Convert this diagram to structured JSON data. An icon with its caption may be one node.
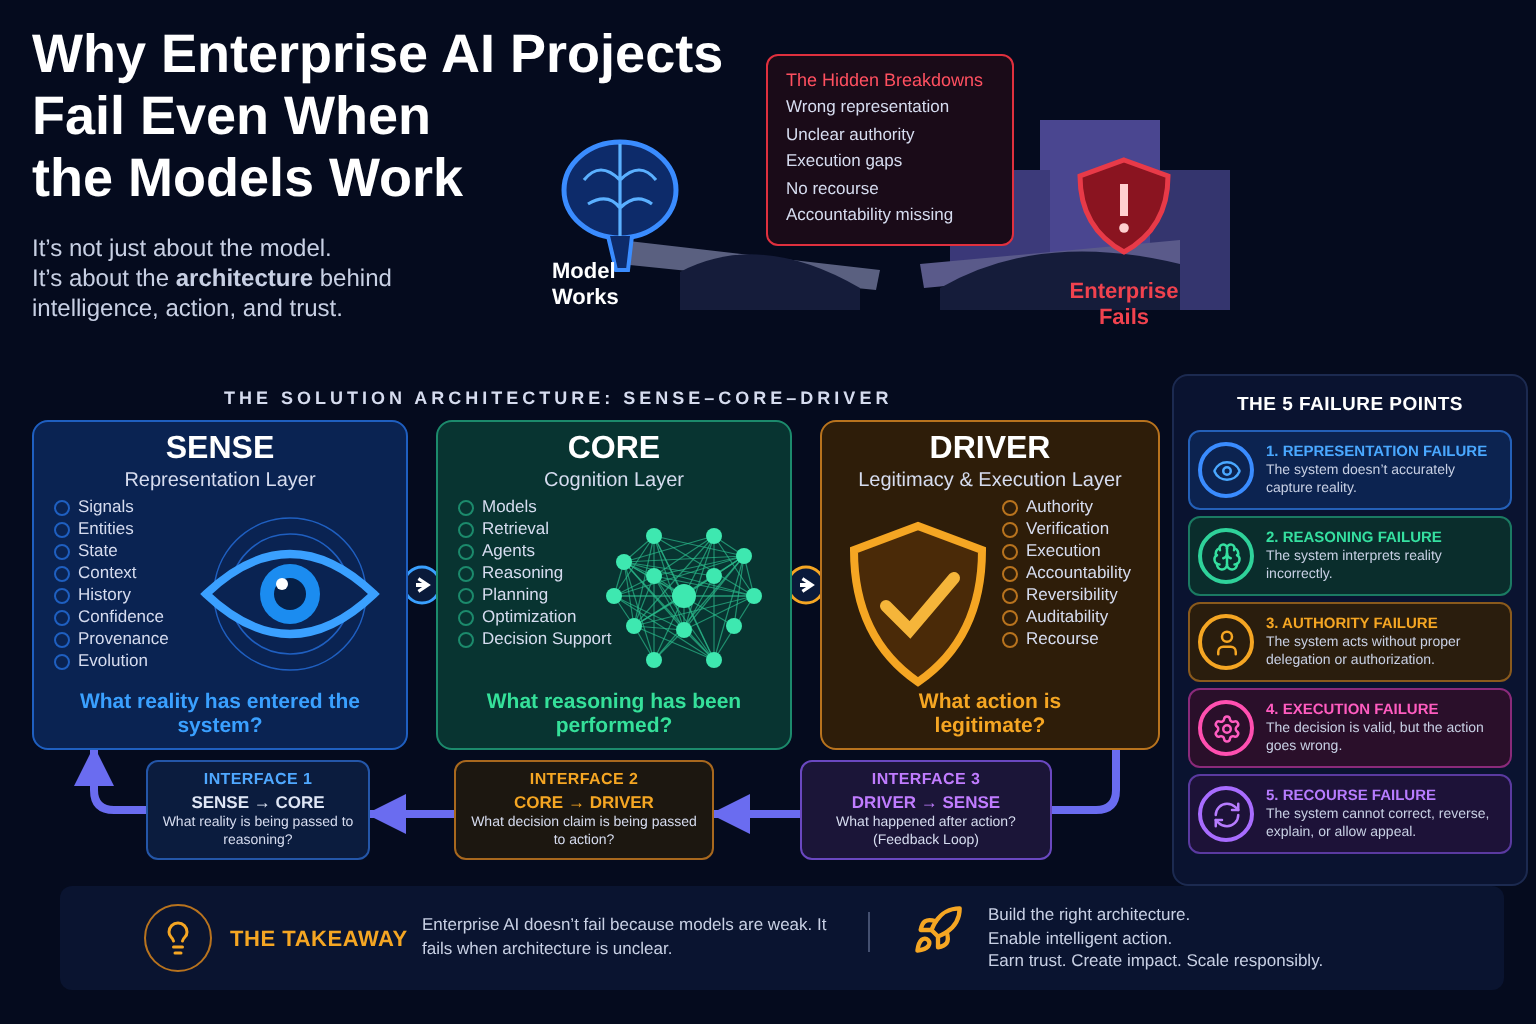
{
  "diagram": {
    "title": "Why Enterprise AI Projects **Fail** Even When the Models Work",
    "nodes": [
      {
        "text": [
          "The Hidden Breakdowns",
          "Wrong representation",
          "Unclear authority",
          "Execution gaps",
          "No recourse",
          "Accountability missing"
        ]
      },
      {
        "text": [
          "SENSE",
          "Representation Layer",
          "Signals",
          "Entities",
          "State",
          "Context",
          "History",
          "Confidence",
          "Provenance",
          "Evolution",
          "What reality has entered the system?"
        ]
      },
      {
        "text": [
          "CORE",
          "Cognition Layer",
          "Models",
          "Retrieval",
          "Agents",
          "Reasoning",
          "Planning",
          "Optimization",
          "Decision Support",
          "What reasoning has been performed?"
        ]
      },
      {
        "text": [
          "DRIVER",
          "Legitimacy & Execution Layer",
          "Authority",
          "Verification",
          "Execution",
          "Accountability",
          "Reversibility",
          "Auditability",
          "Recourse",
          "What action is legitimate?"
        ]
      },
      {
        "text": [
          "INTERFACE 1",
          "SENSE → CORE",
          "What reality is being passed to reasoning?"
        ]
      },
      {
        "text": [
          "INTERFACE 2",
          "CORE → DRIVER",
          "What decision claim is being passed to action?"
        ]
      },
      {
        "text": [
          "INTERFACE 3",
          "DRIVER → SENSE",
          "What happened after action? (Feedback Loop)"
        ]
      },
      {
        "text": [
          "THE 5 FAILURE POINTS"
        ]
      },
      {
        "text": [
          "1. REPRESENTATION FAILURE",
          "The system doesn’t accurately capture reality."
        ],
        "in": 7
      },
      {
        "text": [
          "2. REASONING FAILURE",
          "The system interprets reality incorrectly."
        ],
        "in": 7
      },
      {
        "text": [
          "3. AUTHORITY FAILURE",
          "The system acts without proper delegation or authorization."
        ],
        "in": 7
      },
      {
        "text": [
          "4. EXECUTION FAILURE",
          "The decision is valid, but the action goes wrong."
        ],
        "in": 7
      },
      {
        "text": [
          "5. RECOURSE FAILURE",
          "The system cannot correct, reverse, explain, or allow appeal."
        ],
        "in": 7
      }
    ],
    "edges": [
      {
        "from": 1,
        "to": 2,
        "arrow": "to",
        "color": "#ffffff"
      },
      {
        "from": 2,
        "to": 3,
        "arrow": "to",
        "color": "#ffffff"
      },
      {
        "from": 3,
        "to": 6,
        "arrow": "none"
      },
      {
        "from": 6,
        "to": 5,
        "arrow": "to"
      },
      {
        "from": 5,
        "to": 4,
        "arrow": "to"
      },
      {
        "from": 4,
        "to": 1,
        "arrow": "to"
      }
    ],
    "labels": [
      "It’s not just about the model.",
      "It’s about the **architecture** behind",
      "intelligence, action, and trust.",
      "Model Works",
      "Enterprise Fails",
      "THE SOLUTION ARCHITECTURE: SENSE–CORE–DRIVER",
      "THE TAKEAWAY",
      "Enterprise AI doesn’t fail because models are weak. It fails when architecture is unclear.",
      "Build the right architecture.",
      "Enable intelligent action.",
      "Earn trust. Create impact. Scale responsibly."
    ]
  }
}
